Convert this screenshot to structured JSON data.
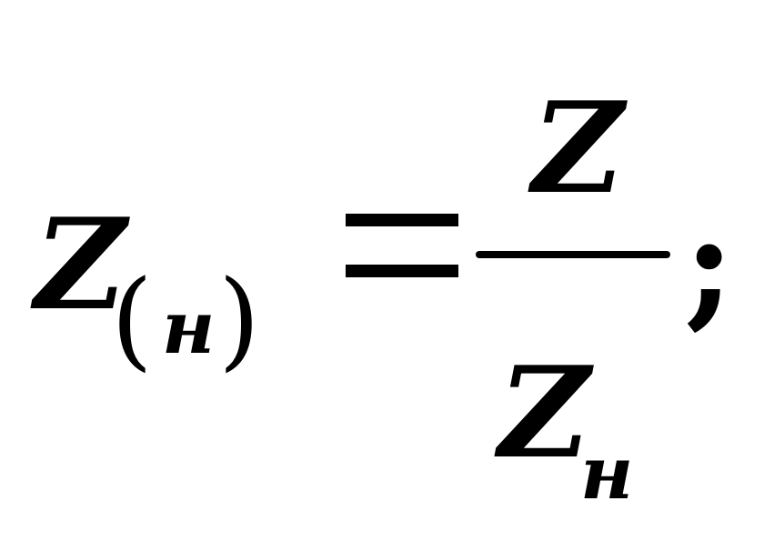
{
  "formula": {
    "lhs": {
      "symbol": "Z",
      "paren_open": "(",
      "subscript": "н",
      "paren_close": ")"
    },
    "relation": "=",
    "fraction": {
      "numerator": "Z",
      "denominator": "Z",
      "denominator_subscript": "н"
    },
    "terminator": ";"
  }
}
